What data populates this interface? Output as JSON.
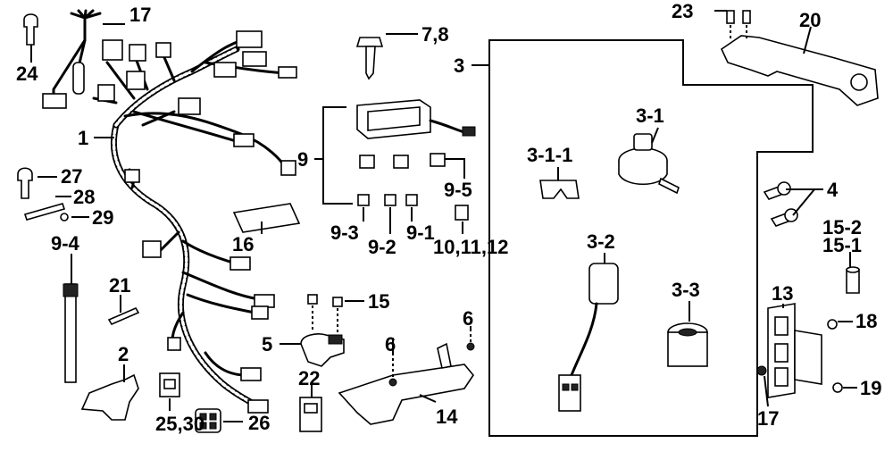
{
  "diagram": {
    "callouts": [
      {
        "id": "c1",
        "text": "1"
      },
      {
        "id": "c2",
        "text": "2"
      },
      {
        "id": "c3",
        "text": "3"
      },
      {
        "id": "c3-1",
        "text": "3-1"
      },
      {
        "id": "c3-1-1",
        "text": "3-1-1"
      },
      {
        "id": "c3-2",
        "text": "3-2"
      },
      {
        "id": "c3-3",
        "text": "3-3"
      },
      {
        "id": "c4",
        "text": "4"
      },
      {
        "id": "c5",
        "text": "5"
      },
      {
        "id": "c6a",
        "text": "6"
      },
      {
        "id": "c6b",
        "text": "6"
      },
      {
        "id": "c7-8",
        "text": "7,8"
      },
      {
        "id": "c9",
        "text": "9"
      },
      {
        "id": "c9-1",
        "text": "9-1"
      },
      {
        "id": "c9-2",
        "text": "9-2"
      },
      {
        "id": "c9-3",
        "text": "9-3"
      },
      {
        "id": "c9-4",
        "text": "9-4"
      },
      {
        "id": "c9-5",
        "text": "9-5"
      },
      {
        "id": "c10-12",
        "text": "10,11,12"
      },
      {
        "id": "c13",
        "text": "13"
      },
      {
        "id": "c14",
        "text": "14"
      },
      {
        "id": "c15",
        "text": "15"
      },
      {
        "id": "c15-1",
        "text": "15-1"
      },
      {
        "id": "c15-2",
        "text": "15-2"
      },
      {
        "id": "c16",
        "text": "16"
      },
      {
        "id": "c17a",
        "text": "17"
      },
      {
        "id": "c17b",
        "text": "17"
      },
      {
        "id": "c18",
        "text": "18"
      },
      {
        "id": "c19",
        "text": "19"
      },
      {
        "id": "c20",
        "text": "20"
      },
      {
        "id": "c21",
        "text": "21"
      },
      {
        "id": "c22",
        "text": "22"
      },
      {
        "id": "c23",
        "text": "23"
      },
      {
        "id": "c24",
        "text": "24"
      },
      {
        "id": "c25-30",
        "text": "25,30"
      },
      {
        "id": "c26",
        "text": "26"
      },
      {
        "id": "c27",
        "text": "27"
      },
      {
        "id": "c28",
        "text": "28"
      },
      {
        "id": "c29",
        "text": "29"
      }
    ]
  }
}
